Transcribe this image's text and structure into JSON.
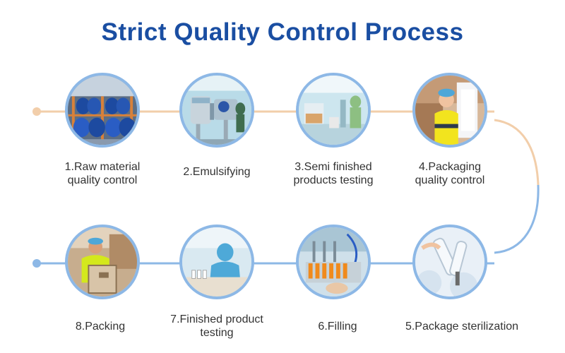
{
  "title": "Strict Quality Control Process",
  "colors": {
    "title": "#1a4ea2",
    "top_line": "#f2ceaa",
    "bottom_line": "#8db8e6",
    "circle_border": "#8db8e6"
  },
  "steps": [
    {
      "id": 1,
      "label": "1.Raw material\nquality control",
      "scene": "blue-drums-warehouse"
    },
    {
      "id": 2,
      "label": "2.Emulsifying",
      "scene": "emulsifying-machine"
    },
    {
      "id": 3,
      "label": "3.Semi finished\nproducts testing",
      "scene": "cleanroom-lab"
    },
    {
      "id": 4,
      "label": "4.Packaging\nquality control",
      "scene": "worker-with-packaging"
    },
    {
      "id": 5,
      "label": "5.Package sterilization",
      "scene": "bottle-sterilization"
    },
    {
      "id": 6,
      "label": "6.Filling",
      "scene": "filling-line"
    },
    {
      "id": 7,
      "label": "7.Finished product\ntesting",
      "scene": "cleanroom-testing"
    },
    {
      "id": 8,
      "label": "8.Packing",
      "scene": "worker-packing-box"
    }
  ]
}
